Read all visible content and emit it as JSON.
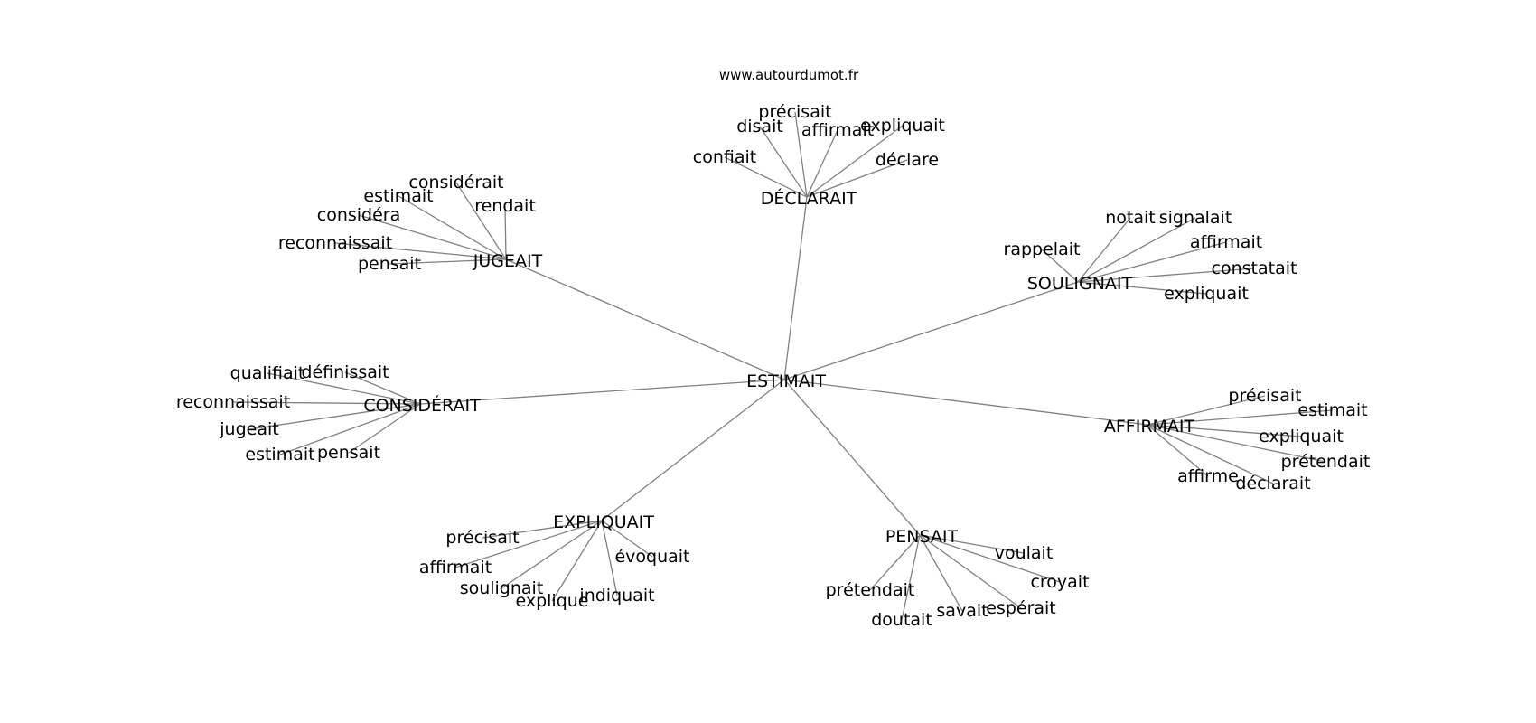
{
  "site": "www.autourdumot.fr",
  "center": {
    "id": "estimait",
    "label": "ESTIMAIT"
  },
  "hubs": [
    {
      "id": "declarait",
      "label": "DÉCLARAIT",
      "leaves": [
        "disait",
        "précisait",
        "affirmait",
        "expliquait",
        "confiait",
        "déclare"
      ]
    },
    {
      "id": "jugeait",
      "label": "JUGEAIT",
      "leaves": [
        "considérait",
        "estimait",
        "rendait",
        "considéra",
        "reconnaissait",
        "pensait"
      ]
    },
    {
      "id": "soulignait",
      "label": "SOULIGNAIT",
      "leaves": [
        "notait",
        "signalait",
        "rappelait",
        "affirmait",
        "constatait",
        "expliquait"
      ]
    },
    {
      "id": "considerait",
      "label": "CONSIDÉRAIT",
      "leaves": [
        "qualifiait",
        "définissait",
        "reconnaissait",
        "jugeait",
        "estimait",
        "pensait"
      ]
    },
    {
      "id": "affirmait",
      "label": "AFFIRMAIT",
      "leaves": [
        "précisait",
        "estimait",
        "expliquait",
        "prétendait",
        "affirme",
        "déclarait"
      ]
    },
    {
      "id": "expliquait",
      "label": "EXPLIQUAIT",
      "leaves": [
        "précisait",
        "affirmait",
        "soulignait",
        "évoquait",
        "explique",
        "indiquait"
      ]
    },
    {
      "id": "pensait",
      "label": "PENSAIT",
      "leaves": [
        "voulait",
        "croyait",
        "prétendait",
        "doutait",
        "savait",
        "espérait"
      ]
    }
  ]
}
